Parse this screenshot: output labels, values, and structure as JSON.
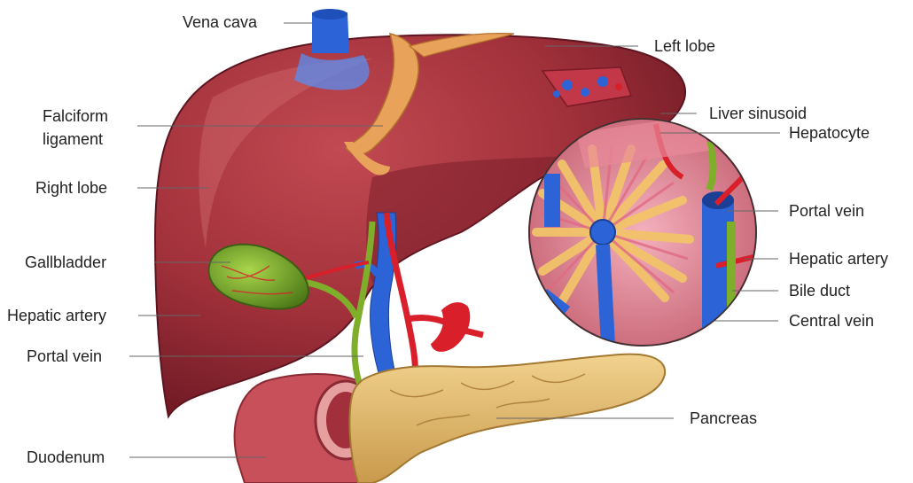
{
  "labels": {
    "vena_cava": "Vena cava",
    "left_lobe": "Left lobe",
    "falciform_line1": "Falciform",
    "falciform_line2": "ligament",
    "right_lobe": "Right lobe",
    "gallbladder": "Gallbladder",
    "hepatic_artery_left": "Hepatic artery",
    "portal_vein_left": "Portal vein",
    "duodenum": "Duodenum",
    "liver_sinusoid": "Liver sinusoid",
    "hepatocyte": "Hepatocyte",
    "portal_vein_right": "Portal vein",
    "hepatic_artery_right": "Hepatic artery",
    "bile_duct": "Bile duct",
    "central_vein": "Central vein",
    "pancreas": "Pancreas"
  },
  "colors": {
    "liver": "#a8343c",
    "liver_dark": "#6e1a24",
    "liver_highlight": "#c9555a",
    "falciform": "#e9a25a",
    "gallbladder": "#6a9c2a",
    "portal_vein": "#2c63d6",
    "hepatic_artery": "#d81f2a",
    "bile_duct": "#7fae2a",
    "pancreas": "#e8c27a",
    "duodenum": "#c9505a",
    "lobule_tissue": "#e88a9a",
    "hepatocyte_rows": "#f2c36a",
    "leader_line": "#666666",
    "label_text": "#222222"
  }
}
